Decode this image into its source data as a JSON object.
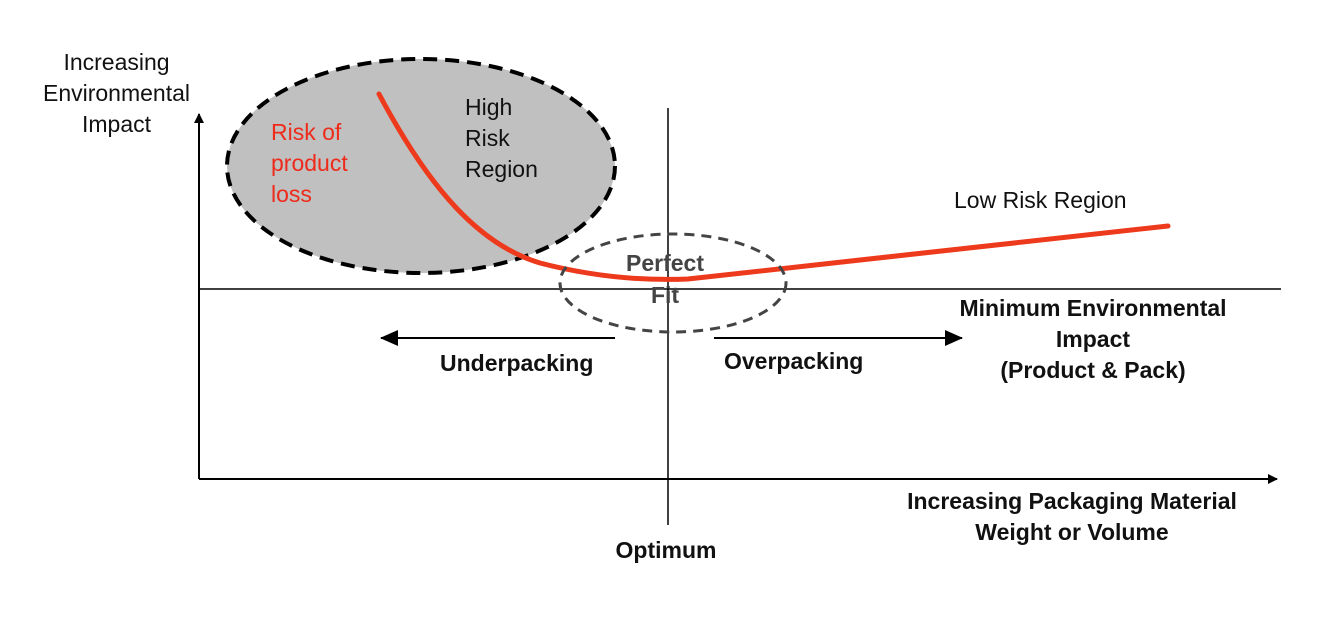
{
  "y_axis_label": [
    "Increasing",
    "Environmental",
    "Impact"
  ],
  "x_axis_label": [
    "Increasing Packaging Material",
    "Weight or Volume"
  ],
  "optimum_label": "Optimum",
  "high_risk_label": [
    "High",
    "Risk",
    "Region"
  ],
  "risk_loss_label": [
    "Risk of",
    "product",
    "loss"
  ],
  "low_risk_label": "Low Risk Region",
  "perfect_fit_label": [
    "Perfect",
    "Fit"
  ],
  "min_impact_label": [
    "Minimum Environmental",
    "Impact",
    "(Product & Pack)"
  ],
  "underpacking_label": "Underpacking",
  "overpacking_label": "Overpacking",
  "colors": {
    "curve": "#ee3a1c",
    "risk_text": "#ee2a1a",
    "high_risk_fill": "#c0c0c0",
    "lines": "#000000"
  }
}
